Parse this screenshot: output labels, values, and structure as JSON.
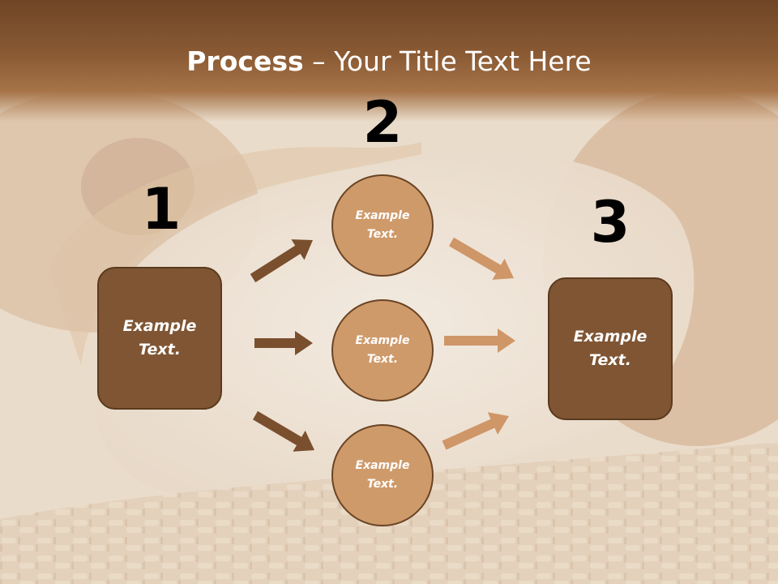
{
  "title": {
    "bold": "Process",
    "rest": " – Your Title Text Here"
  },
  "steps": {
    "one": "1",
    "two": "2",
    "three": "3"
  },
  "left_box": {
    "line1": "Example",
    "line2": "Text."
  },
  "right_box": {
    "line1": "Example",
    "line2": "Text."
  },
  "circles": [
    {
      "line1": "Example",
      "line2": "Text."
    },
    {
      "line1": "Example",
      "line2": "Text."
    },
    {
      "line1": "Example",
      "line2": "Text."
    }
  ],
  "colors": {
    "dark_brown": "#7f5533",
    "light_brown": "#cf9a6a",
    "arrow_dark": "#7a4f2e",
    "arrow_light": "#cf9668",
    "title_band": "#8a5a34"
  },
  "arrows": [
    {
      "name": "arrow-left-to-top",
      "shade": "dark"
    },
    {
      "name": "arrow-left-to-middle",
      "shade": "dark"
    },
    {
      "name": "arrow-left-to-bottom",
      "shade": "dark"
    },
    {
      "name": "arrow-top-to-right",
      "shade": "light"
    },
    {
      "name": "arrow-middle-to-right",
      "shade": "light"
    },
    {
      "name": "arrow-bottom-to-right",
      "shade": "light"
    }
  ]
}
